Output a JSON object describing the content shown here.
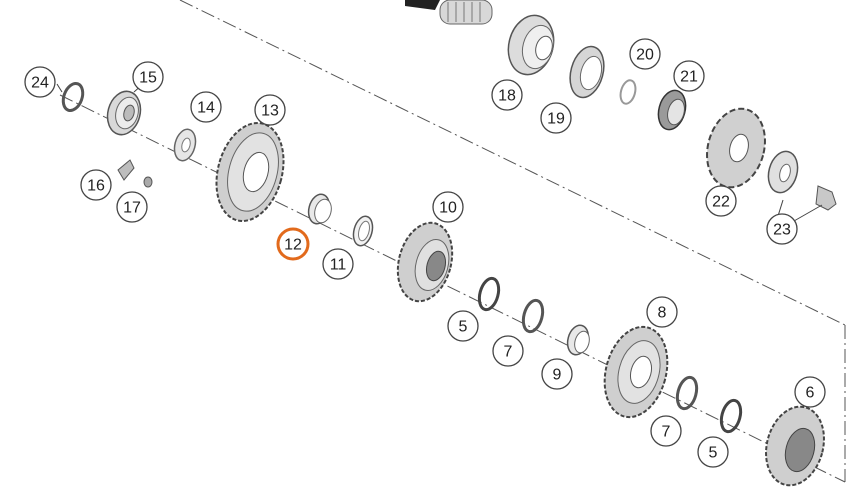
{
  "diagram": {
    "labels": [
      {
        "id": "24",
        "text": "24"
      },
      {
        "id": "15",
        "text": "15"
      },
      {
        "id": "14",
        "text": "14"
      },
      {
        "id": "13",
        "text": "13"
      },
      {
        "id": "16",
        "text": "16"
      },
      {
        "id": "17",
        "text": "17"
      },
      {
        "id": "12",
        "text": "12",
        "highlight": true
      },
      {
        "id": "11",
        "text": "11"
      },
      {
        "id": "10",
        "text": "10"
      },
      {
        "id": "18",
        "text": "18"
      },
      {
        "id": "19",
        "text": "19"
      },
      {
        "id": "20",
        "text": "20"
      },
      {
        "id": "21",
        "text": "21"
      },
      {
        "id": "22",
        "text": "22"
      },
      {
        "id": "23",
        "text": "23"
      },
      {
        "id": "5a",
        "text": "5"
      },
      {
        "id": "7a",
        "text": "7"
      },
      {
        "id": "9",
        "text": "9"
      },
      {
        "id": "8",
        "text": "8"
      },
      {
        "id": "7b",
        "text": "7"
      },
      {
        "id": "5b",
        "text": "5"
      },
      {
        "id": "6",
        "text": "6"
      }
    ],
    "colors": {
      "line": "#444444",
      "part": "#8a8a8a",
      "part_dark": "#3a3a3a",
      "highlight": "#e26a1c"
    }
  }
}
